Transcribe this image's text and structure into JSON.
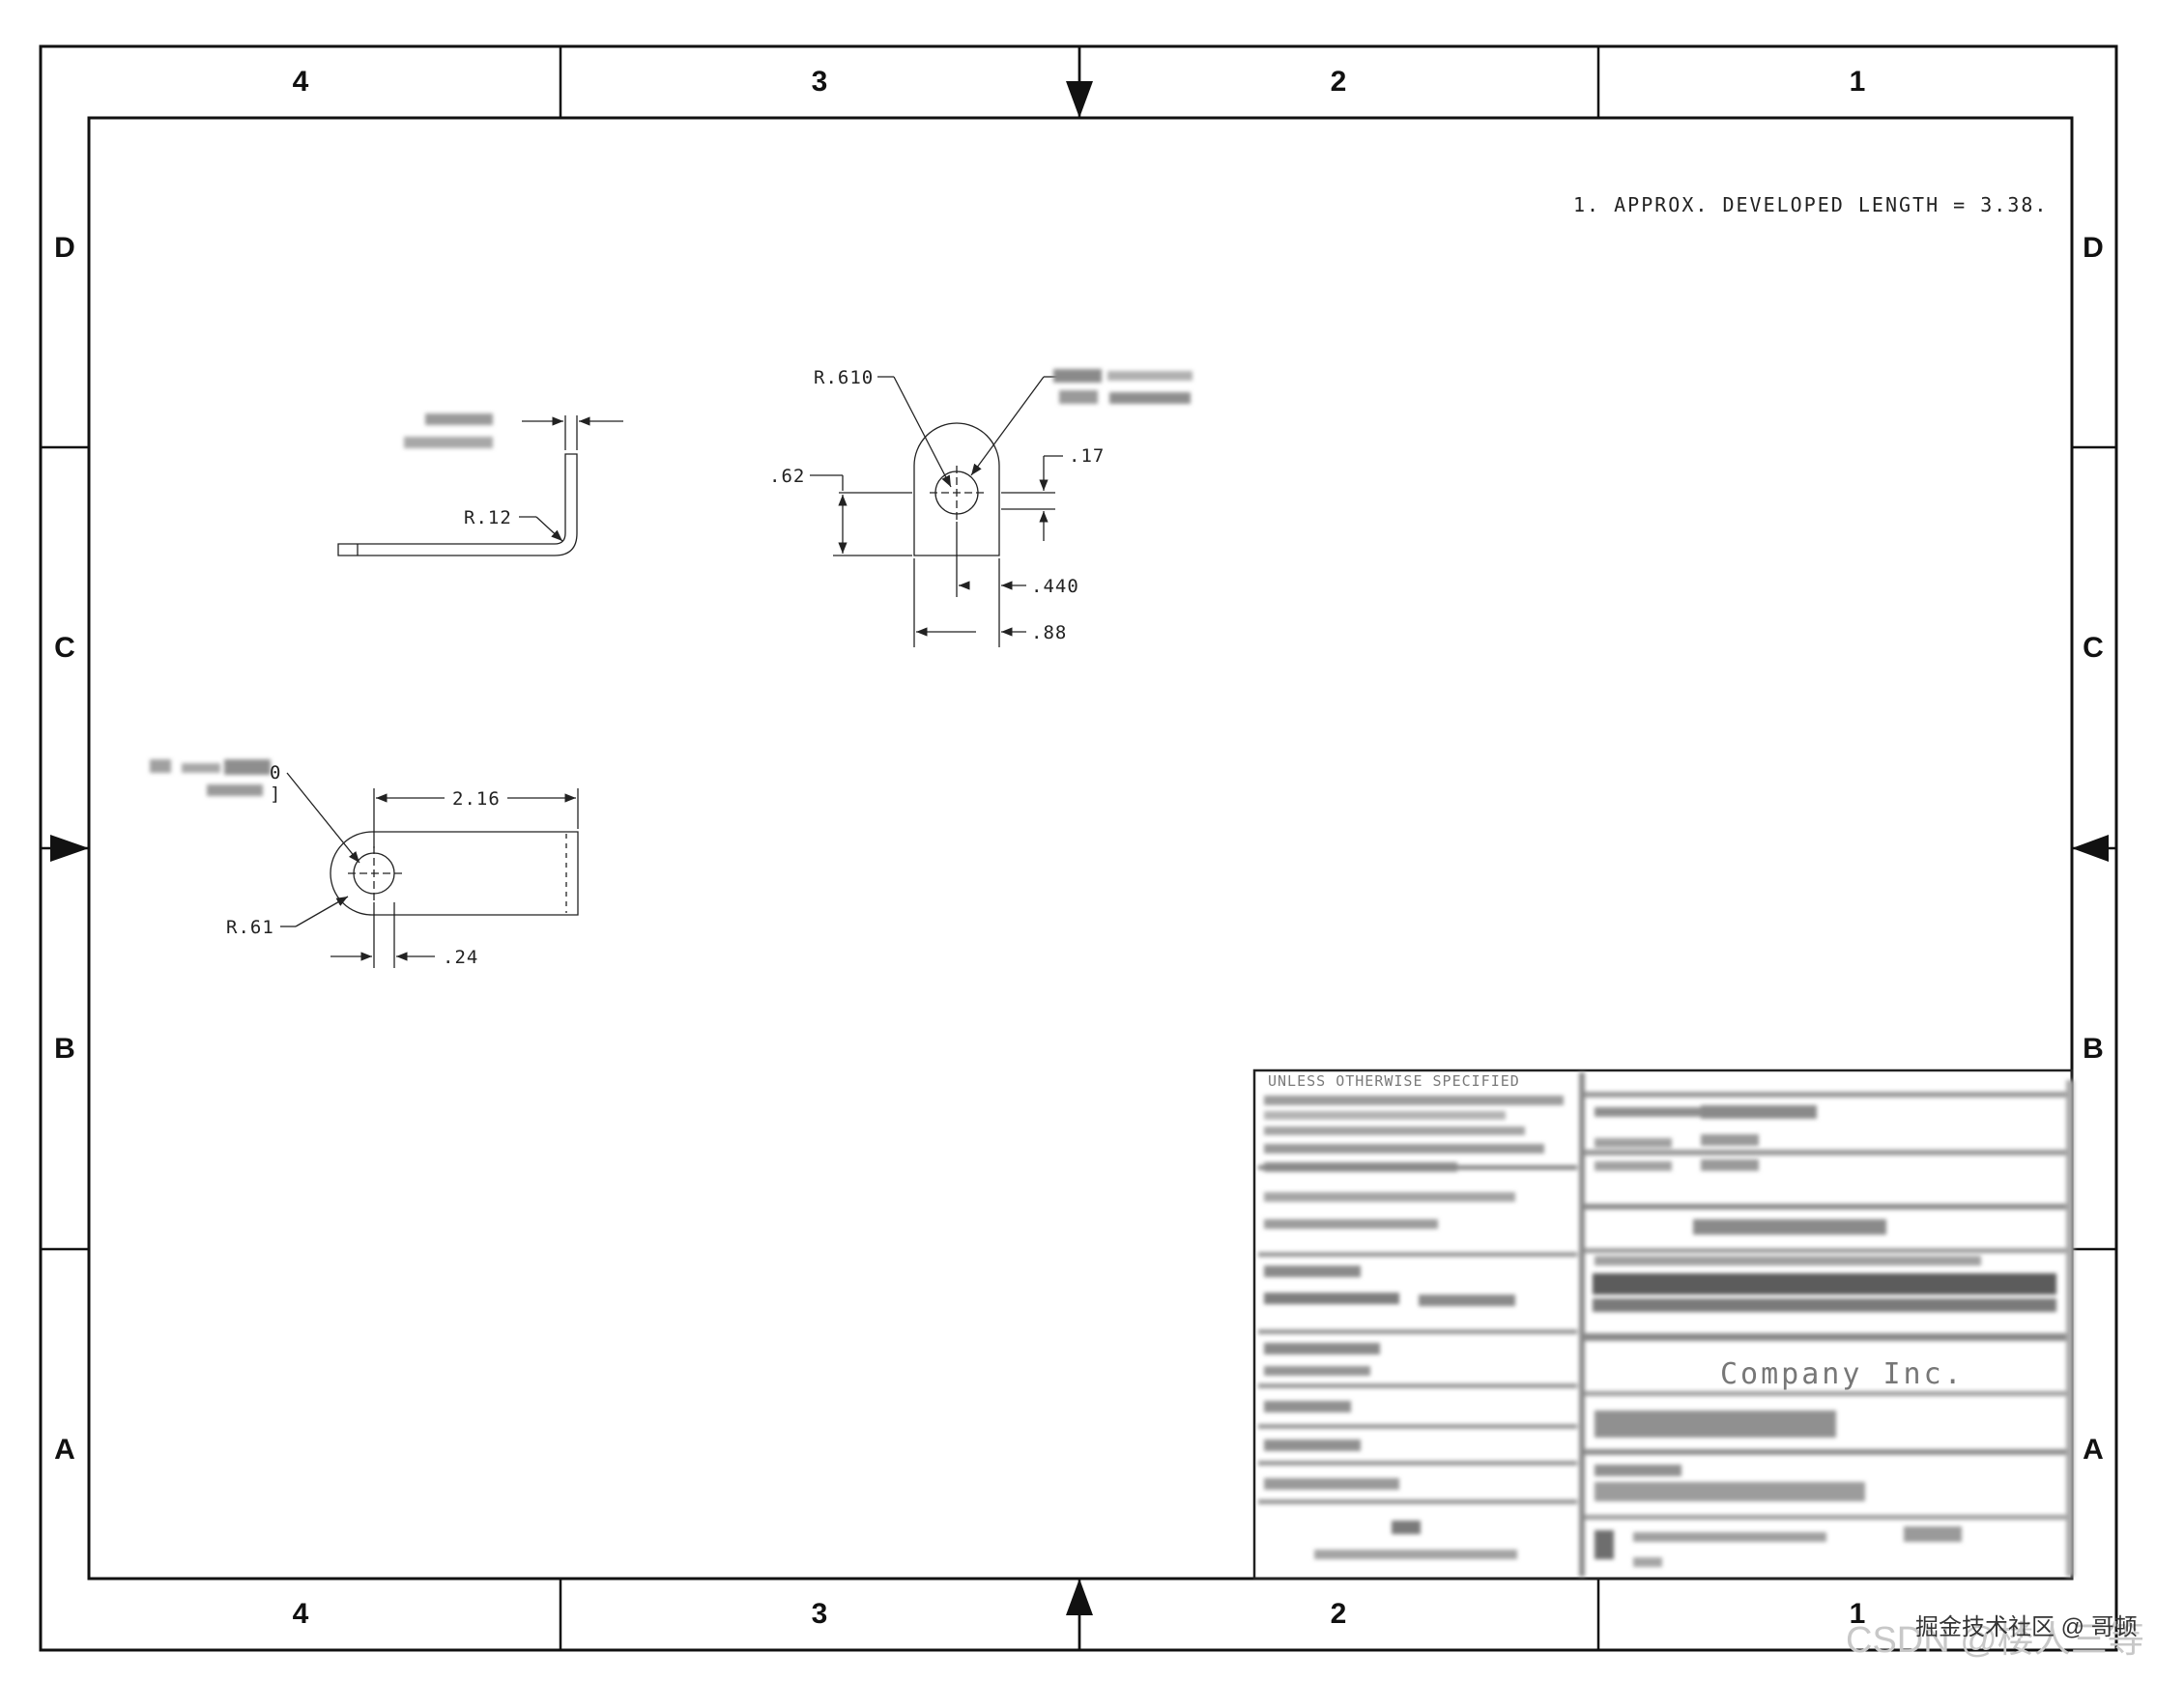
{
  "frame": {
    "columns": [
      "4",
      "3",
      "2",
      "1"
    ],
    "rows": [
      "D",
      "C",
      "B",
      "A"
    ]
  },
  "note": "1. APPROX. DEVELOPED LENGTH = 3.38.",
  "dimensions": {
    "side_view": {
      "radius": "R.12"
    },
    "front_view": {
      "radius": "R.610",
      "height": ".62",
      "offset": ".17",
      "hole_offset": ".440",
      "width": ".88"
    },
    "flat_view": {
      "length": "2.16",
      "radius": "R.61",
      "width": ".24"
    }
  },
  "title_block": {
    "header": "UNLESS OTHERWISE SPECIFIED",
    "company": "Company Inc."
  },
  "watermark": {
    "line1": "掘金技术社区 @ 哥顿",
    "line2": "CSDN @楼人三等"
  },
  "colors": {
    "line": "#111111",
    "background": "#ffffff",
    "blur": "#888888"
  }
}
